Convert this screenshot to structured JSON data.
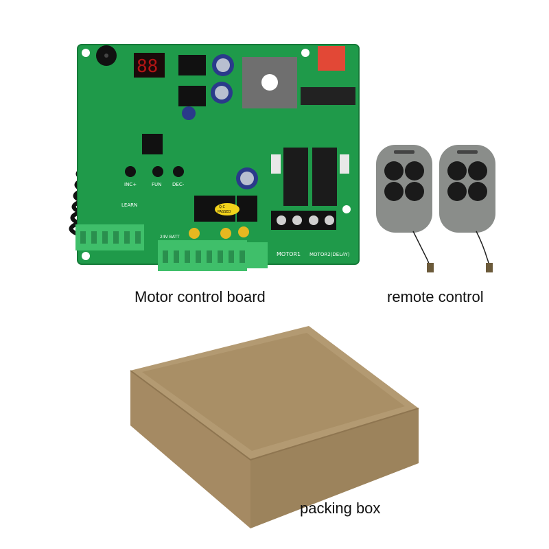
{
  "captions": {
    "board": "Motor control board",
    "remote": "remote control",
    "box": "packing box"
  },
  "board_labels": {
    "inc": "INC+",
    "fun": "FUN",
    "dec": "DEC-",
    "learn": "LEARN",
    "passed": "PASSED",
    "qc": "Q.C",
    "batt": "24V BATT",
    "motor1": "MOTOR1",
    "motor2": "MOTOR2(DELAY)"
  },
  "colors": {
    "pcb": "#1f9a4a",
    "terminal": "#3fbf6a",
    "remote_body": "#8a8d8a",
    "remote_button": "#1a1a1a",
    "box": "#b39a72"
  }
}
